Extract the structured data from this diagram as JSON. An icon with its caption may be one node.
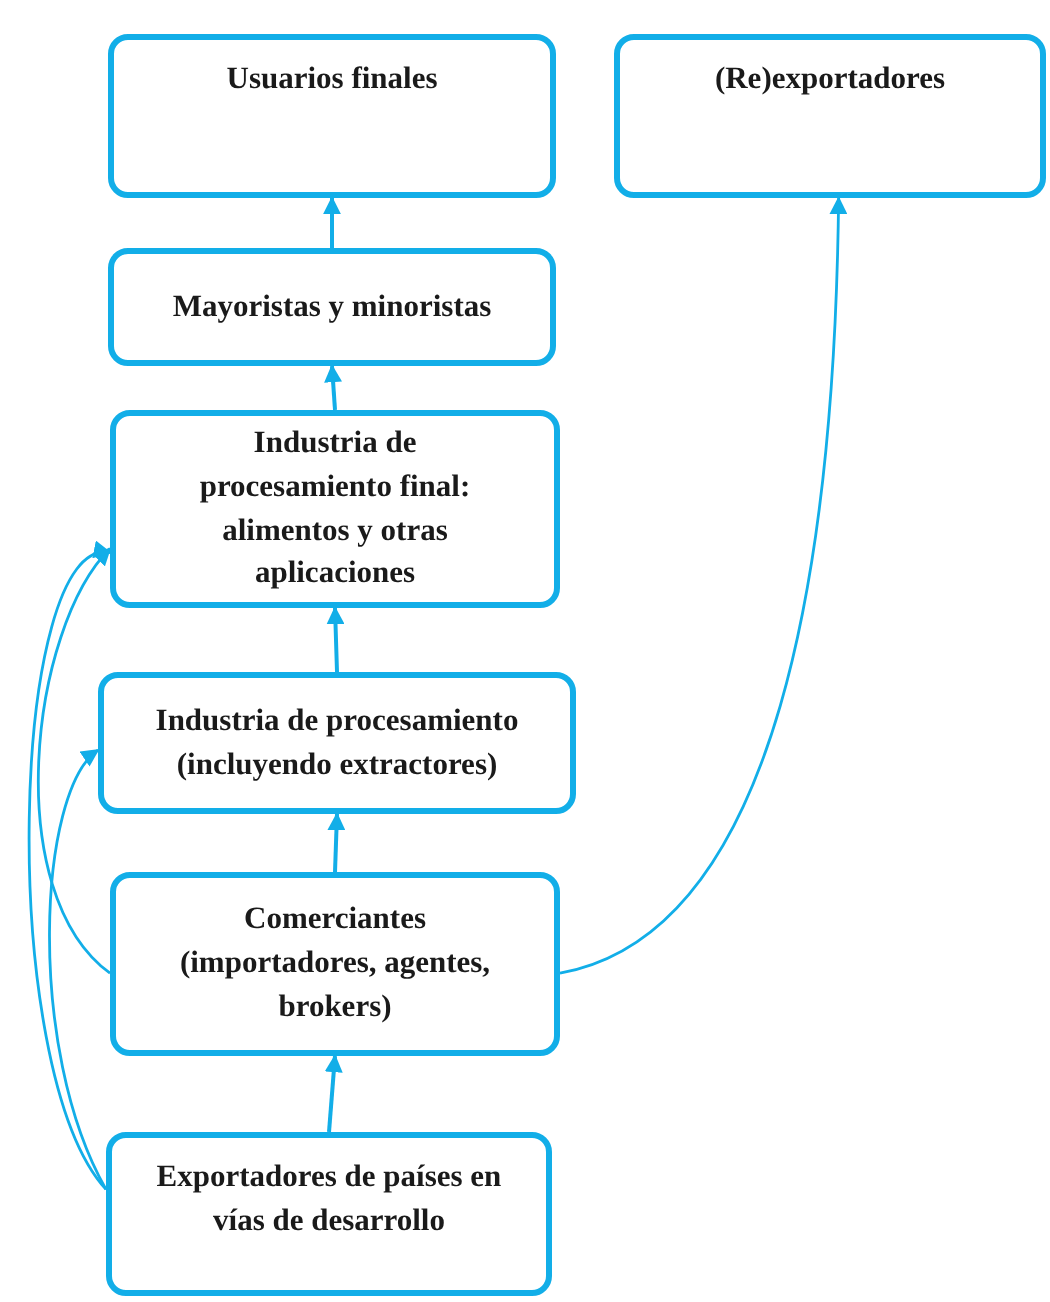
{
  "diagram": {
    "nodes": [
      {
        "text": [
          "Usuarios finales"
        ]
      },
      {
        "text": [
          "(Re)exportadores"
        ]
      },
      {
        "text": [
          "Mayoristas y minoristas"
        ]
      },
      {
        "text": [
          "Industria de procesamiento final: alimentos y otras aplicaciones"
        ]
      },
      {
        "text": [
          "Industria de procesamiento (incluyendo extractores)"
        ]
      },
      {
        "text": [
          "Comerciantes (importadores, agentes, brokers)"
        ]
      },
      {
        "text": [
          "Exportadores de países en vías de  desarrollo"
        ]
      }
    ],
    "edges": [
      {
        "from": 2,
        "to": 0,
        "arrow": "to"
      },
      {
        "from": 3,
        "to": 2,
        "arrow": "to"
      },
      {
        "from": 4,
        "to": 3,
        "arrow": "to"
      },
      {
        "from": 5,
        "to": 4,
        "arrow": "to"
      },
      {
        "from": 6,
        "to": 5,
        "arrow": "to"
      },
      {
        "from": 5,
        "to": 1,
        "arrow": "to"
      },
      {
        "from": 5,
        "to": 3,
        "arrow": "to"
      },
      {
        "from": 6,
        "to": 3,
        "arrow": "to"
      },
      {
        "from": 6,
        "to": 4,
        "arrow": "to"
      }
    ]
  }
}
